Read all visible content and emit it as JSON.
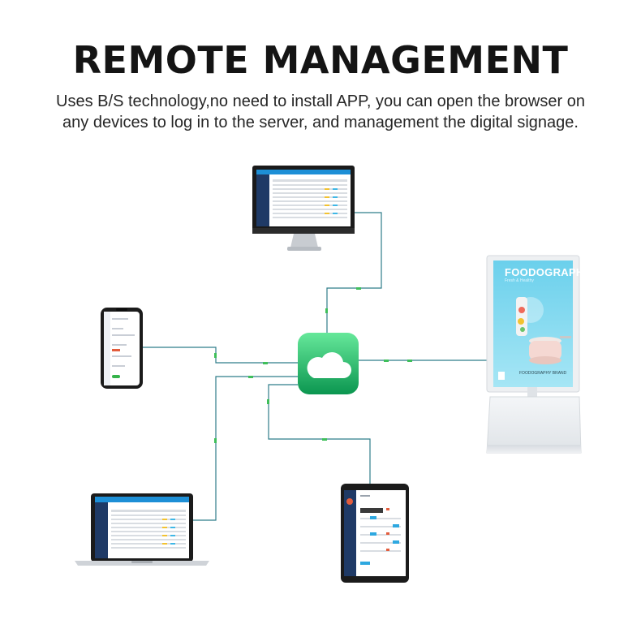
{
  "header": {
    "title": "REMOTE MANAGEMENT",
    "subtitle_line1": "Uses B/S technology,no need to install APP, you can open the browser on",
    "subtitle_line2": "any devices to log in to the server, and management the digital signage."
  },
  "kiosk": {
    "brand": "FOODOGRAPHY.",
    "tagline": "Fresh & Healthy",
    "footer": "FOODOGRAPHY BRAND"
  },
  "devices": [
    "monitor",
    "smartphone",
    "cloud-server",
    "digital-signage-kiosk",
    "laptop",
    "tablet"
  ],
  "colors": {
    "connector_line": "#2f7d8a",
    "connector_dot": "#3fbf5a",
    "cloud_top": "#5fe38e",
    "cloud_bottom": "#0b9a55",
    "screen_header": "#1d8fd6",
    "sidebar": "#1f3a66"
  }
}
